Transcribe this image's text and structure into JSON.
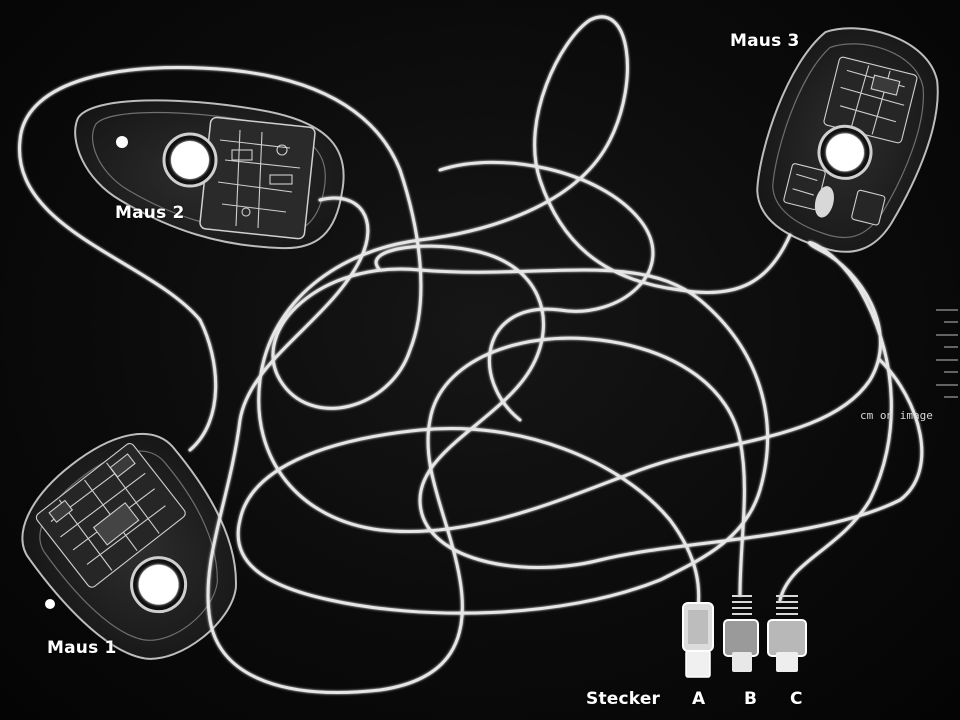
{
  "labels": {
    "maus1": "Maus 1",
    "maus2": "Maus 2",
    "maus3": "Maus 3",
    "stecker": "Stecker",
    "plug_a": "A",
    "plug_b": "B",
    "plug_c": "C"
  },
  "scale_text": "cm on image",
  "colors": {
    "background": "#0b0b0b",
    "cable": "#e8e8e8",
    "mouse_shell": "#3a3a3a",
    "label": "#ffffff"
  }
}
